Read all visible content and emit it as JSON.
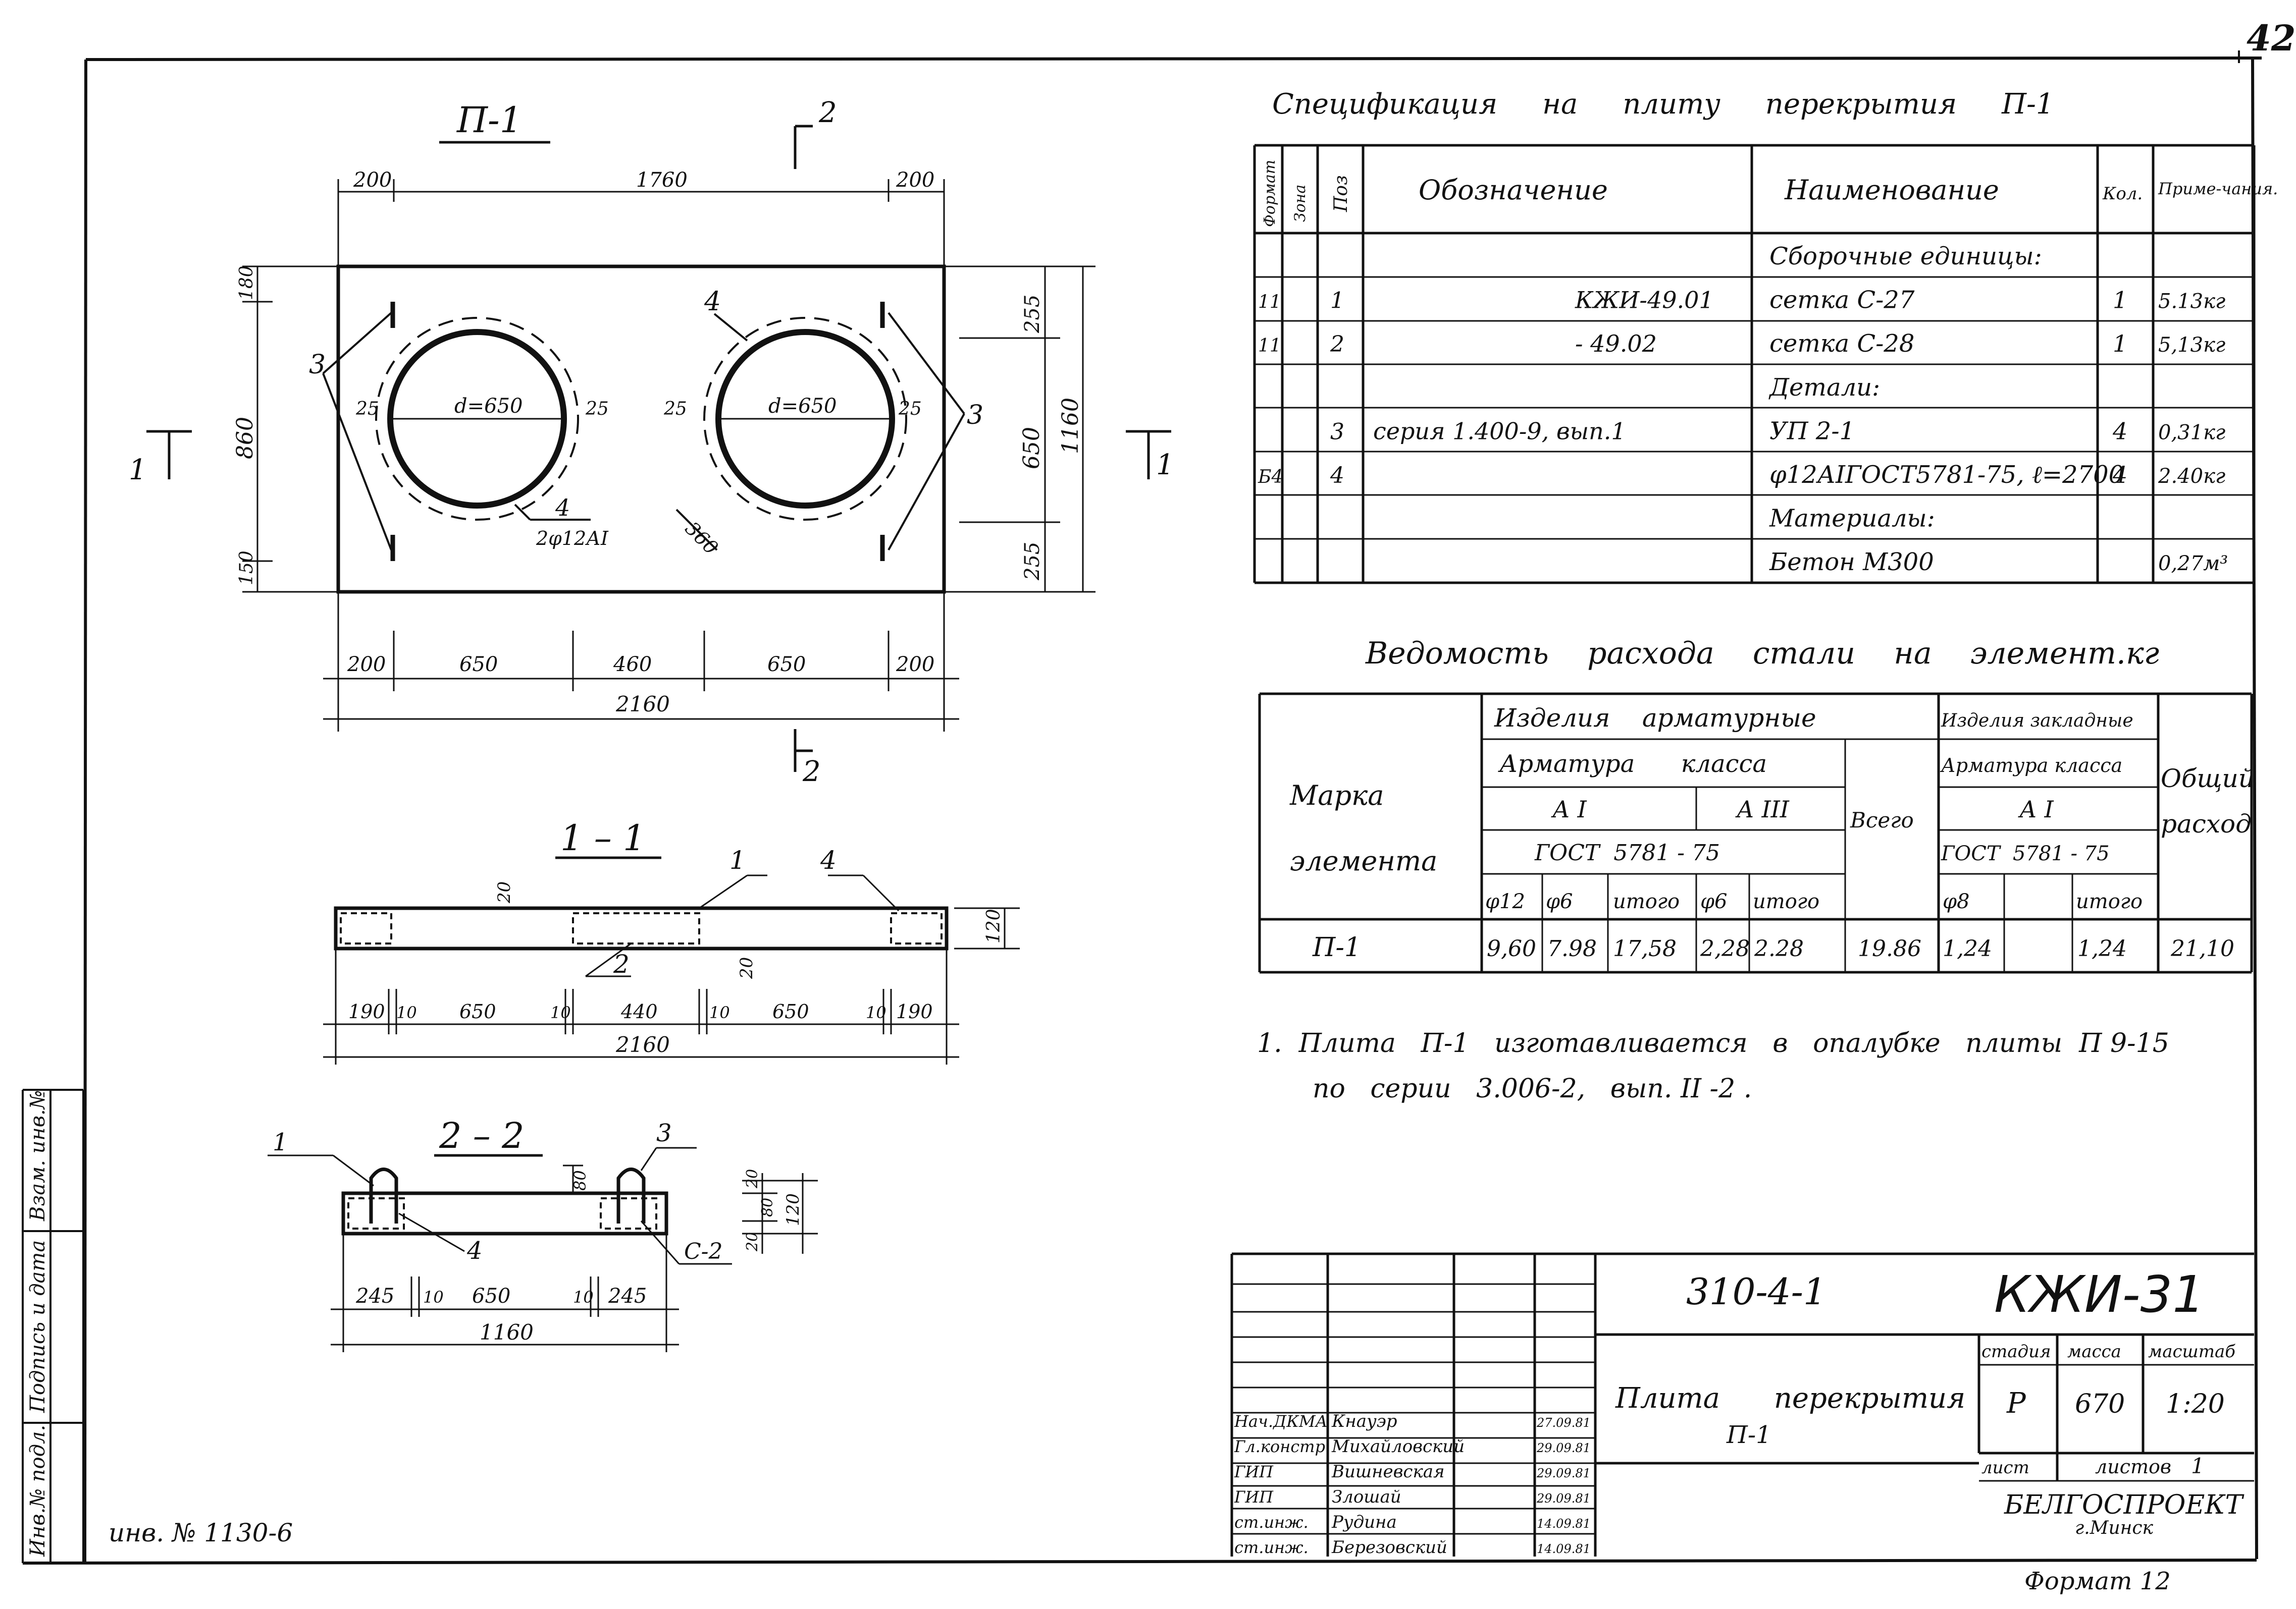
{
  "sheet_no": "42",
  "plan": {
    "title": "П-1",
    "section_mark": "2",
    "section_mark_1": "1",
    "top_dims": [
      "200",
      "1760",
      "200"
    ],
    "left_dims": [
      "180",
      "860",
      "150"
    ],
    "right_dims": [
      "255",
      "650",
      "255",
      "1160"
    ],
    "hole_left_d": "d=650",
    "hole_right_d": "d=650",
    "gap": "25",
    "callout_3": "3",
    "callout_4": "4",
    "bar_note": "2φ12АI",
    "dim_360": "360",
    "bottom_dims": [
      "200",
      "650",
      "460",
      "650",
      "200"
    ],
    "overall": "2160"
  },
  "sec11": {
    "title": "1 – 1",
    "callouts": [
      "1",
      "2",
      "4"
    ],
    "dim_20a": "20",
    "dim_20b": "20",
    "height": "120",
    "dims": [
      "190",
      "10",
      "650",
      "10",
      "440",
      "10",
      "650",
      "10",
      "190"
    ],
    "overall": "2160"
  },
  "sec22": {
    "title": "2 – 2",
    "callouts": [
      "1",
      "3",
      "4",
      "С-2"
    ],
    "dim_80": "80",
    "right_dims": [
      "20",
      "80",
      "20",
      "120"
    ],
    "dims": [
      "245",
      "10",
      "650",
      "10",
      "245"
    ],
    "overall": "1160"
  },
  "spec": {
    "title": "Спецификация     на     плиту     перекрытия     П-1",
    "headers": [
      "Формат",
      "Зона",
      "Поз",
      "Обозначение",
      "Наименование",
      "Кол.",
      "Приме-чания."
    ],
    "rows": [
      [
        "",
        "",
        "",
        "",
        "Сборочные      единицы:",
        "",
        ""
      ],
      [
        "11",
        "",
        "1",
        "КЖИ-49.01",
        "сетка        С-27",
        "1",
        "5.13кг"
      ],
      [
        "11",
        "",
        "2",
        "- 49.02",
        "сетка        С-28",
        "1",
        "5,13кг"
      ],
      [
        "",
        "",
        "",
        "",
        "Детали:",
        "",
        ""
      ],
      [
        "",
        "",
        "3",
        "серия  1.400-9, вып.1",
        "УП 2-1",
        "4",
        "0,31кг"
      ],
      [
        "Б4",
        "",
        "4",
        "",
        "φ12АIГОСТ5781-75, ℓ=2700",
        "4",
        "2.40кг"
      ],
      [
        "",
        "",
        "",
        "",
        "Материалы:",
        "",
        ""
      ],
      [
        "",
        "",
        "",
        "",
        "Бетон     М300",
        "",
        "0,27м³"
      ]
    ]
  },
  "steel": {
    "title": "Ведомость    расхода    стали    на    элемент.кг",
    "h_izd_arm": "Изделия    арматурные",
    "h_izd_zakl": "Изделия закладные",
    "h_arm_kl1": "Арматура      класса",
    "h_arm_kl2": "Арматура класса",
    "h_AI": "А I",
    "h_AIII": "А III",
    "h_AI2": "А I",
    "h_gost1": "ГОСТ  5781 - 75",
    "h_gost2": "ГОСТ  5781 - 75",
    "h_vsego": "Всего",
    "h_marka": "Марка",
    "h_elem": "элемента",
    "h_obsh": "Общий",
    "h_rash": "расход",
    "h_subs": [
      "φ12",
      "φ6",
      "итого",
      "φ6",
      "итого",
      "φ8",
      "",
      "итого"
    ],
    "row": [
      "П-1",
      "9,60",
      "7.98",
      "17,58",
      "2,28",
      "2.28",
      "19.86",
      "1,24",
      "",
      "1,24",
      "21,10"
    ]
  },
  "note": {
    "line1": "1.  Плита   П-1   изготавливается   в   опалубке   плиты  П 9-15",
    "line2": "по   серии   3.006-2,   вып. II -2 ."
  },
  "titleblock": {
    "code": "310-4-1",
    "doc": "КЖИ-31",
    "name1": "Плита      перекрытия",
    "name2": "П-1",
    "stage_h": "стадия",
    "mass_h": "масса",
    "scale_h": "масштаб",
    "stage": "Р",
    "mass": "670",
    "scale": "1:20",
    "sheet_h": "лист",
    "sheets_h": "листов",
    "sheets": "1",
    "org1": "БЕЛГОСПРОЕКТ",
    "org2": "г.Минск",
    "people": [
      [
        "Нач.ДКМА",
        "Кнауэр",
        "27.09.81"
      ],
      [
        "Гл.констр.",
        "Михайловский",
        "29.09.81"
      ],
      [
        "ГИП",
        "Вишневская",
        "29.09.81"
      ],
      [
        "ГИП",
        "Злошай",
        "29.09.81"
      ],
      [
        "ст.инж.",
        "Рудина",
        "14.09.81"
      ],
      [
        "ст.инж.",
        "Березовский",
        "14.09.81"
      ]
    ]
  },
  "side": {
    "vzam": "Взам. инв.№",
    "podp": "Подпись и дата",
    "inv": "Инв.№ подл."
  },
  "inv_no": "инв. № 1130-6",
  "format": "Формат 12"
}
